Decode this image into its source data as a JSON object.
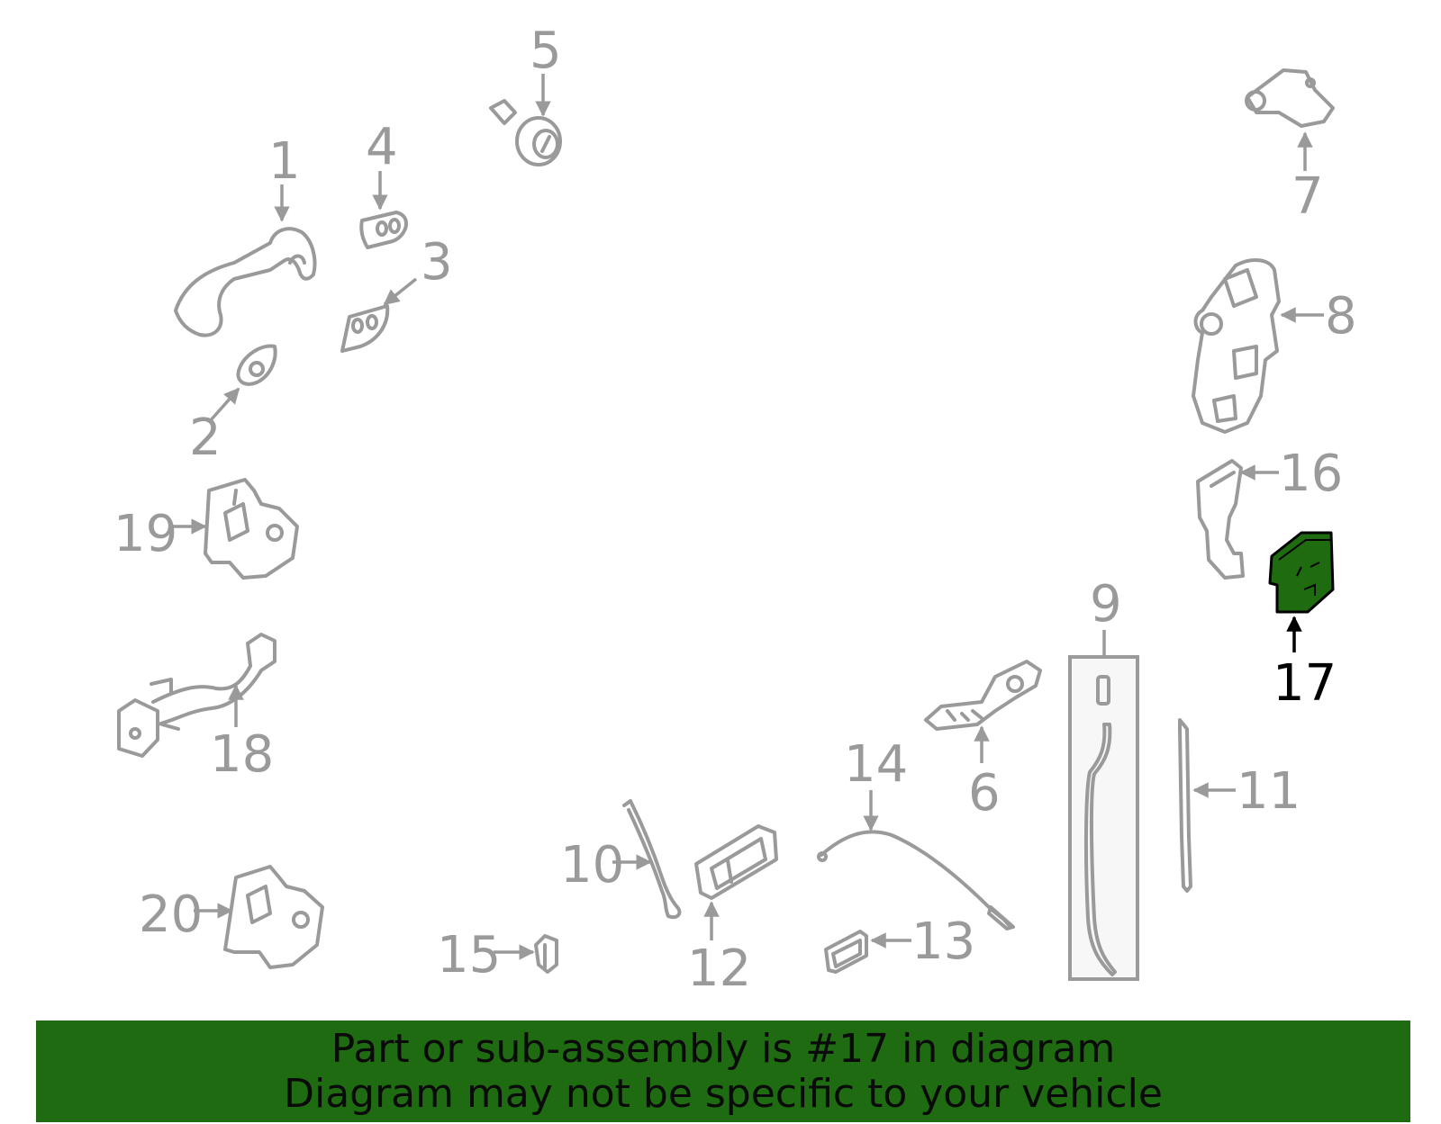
{
  "colors": {
    "part_stroke": "#9a9a9a",
    "highlight_fill": "#1e6b10",
    "banner_bg": "#1f6b12",
    "label_highlight": "#000000"
  },
  "labels": {
    "p1": "1",
    "p2": "2",
    "p3": "3",
    "p4": "4",
    "p5": "5",
    "p6": "6",
    "p7": "7",
    "p8": "8",
    "p9": "9",
    "p10": "10",
    "p11": "11",
    "p12": "12",
    "p13": "13",
    "p14": "14",
    "p15": "15",
    "p16": "16",
    "p17": "17",
    "p18": "18",
    "p19": "19",
    "p20": "20"
  },
  "banner": {
    "line1": "Part or sub-assembly is #17 in diagram",
    "line2": "Diagram may not be specific to your vehicle"
  }
}
